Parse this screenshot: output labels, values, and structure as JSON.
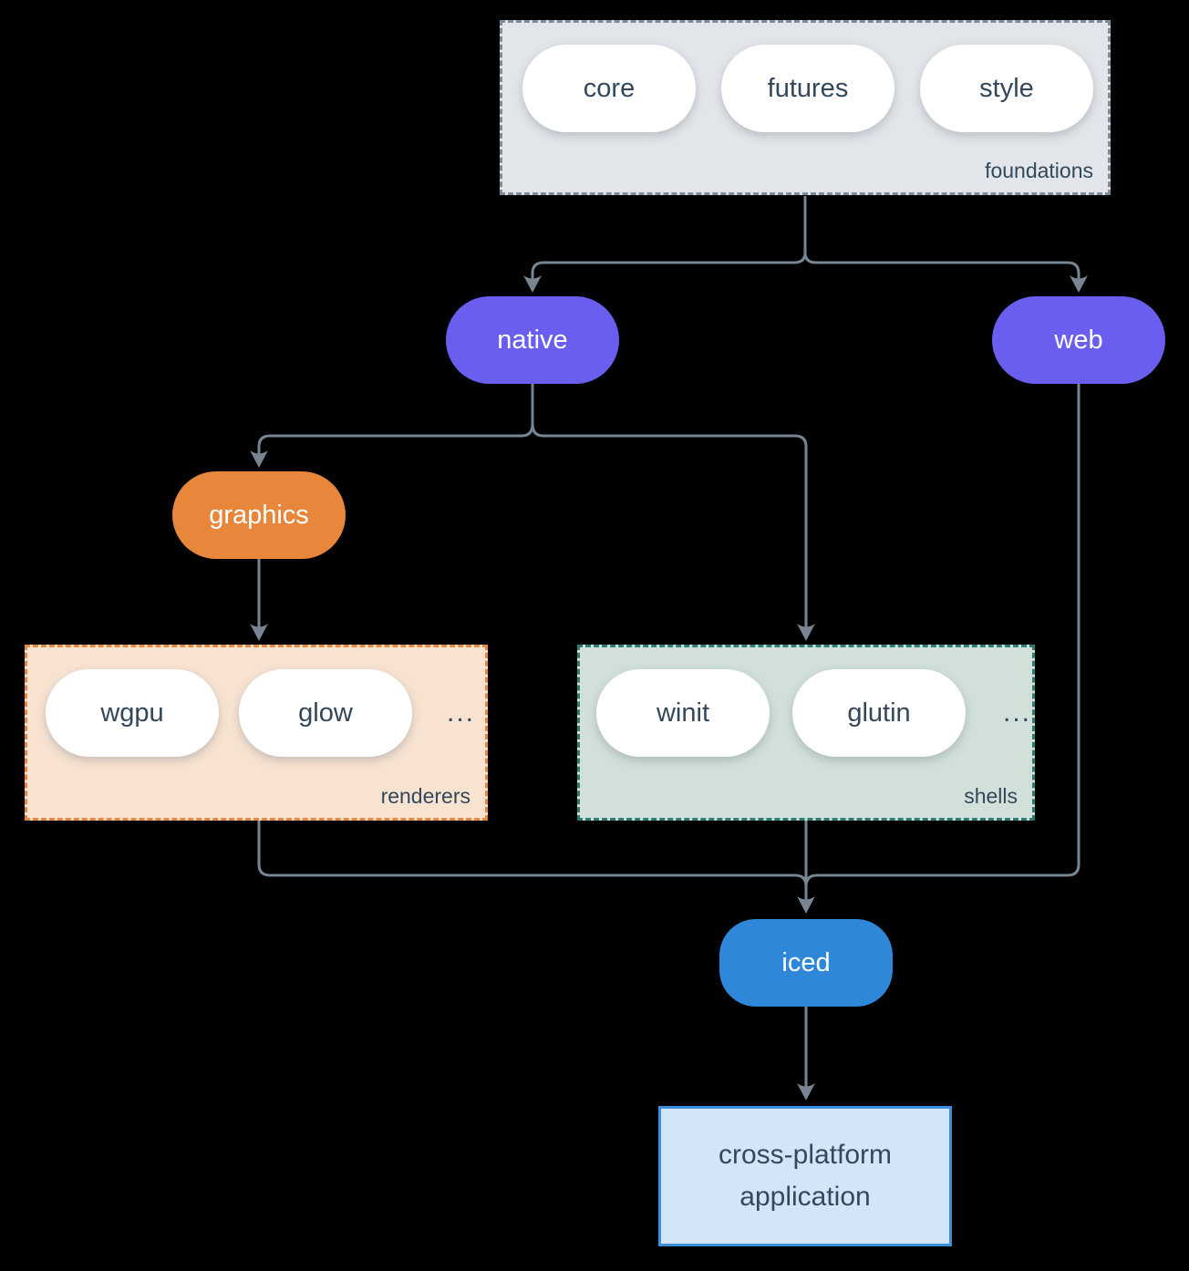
{
  "colors": {
    "background": "#000000",
    "connector": "#778492",
    "text_dark": "#33475a",
    "node_purple": "#6a5ef0",
    "node_orange": "#e8863c",
    "node_blue": "#2e87d8",
    "pill_white": "#ffffff",
    "foundations_fill": "#e2e5e9",
    "foundations_border": "#7e8c99",
    "renderers_fill": "#f8e3d1",
    "renderers_border": "#e8873f",
    "shells_fill": "#d1e0da",
    "shells_border": "#2a7f72",
    "application_fill": "#d3e5f8",
    "application_border": "#3e8ede"
  },
  "groups": {
    "foundations": {
      "label": "foundations",
      "pills": [
        "core",
        "futures",
        "style"
      ]
    },
    "renderers": {
      "label": "renderers",
      "pills": [
        "wgpu",
        "glow"
      ],
      "ellipsis": "..."
    },
    "shells": {
      "label": "shells",
      "pills": [
        "winit",
        "glutin"
      ],
      "ellipsis": "..."
    }
  },
  "nodes": {
    "native": {
      "label": "native"
    },
    "web": {
      "label": "web"
    },
    "graphics": {
      "label": "graphics"
    },
    "iced": {
      "label": "iced"
    },
    "application": {
      "label": "cross-platform application"
    }
  }
}
